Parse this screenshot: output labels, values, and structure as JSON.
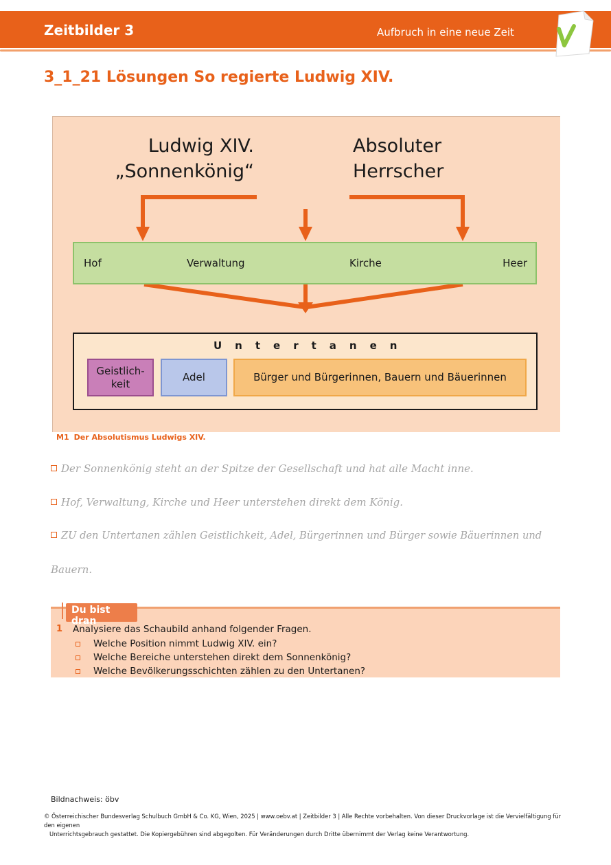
{
  "header": {
    "brand": "Zeitbilder 3",
    "topic": "Aufbruch in eine neue Zeit"
  },
  "title": "3_1_21 Lösungen So regierte Ludwig XIV.",
  "diagram": {
    "left_heading": [
      "Ludwig XIV.",
      "„Sonnenkönig“"
    ],
    "right_heading": [
      "Absoluter",
      "Herrscher"
    ],
    "domains": [
      "Hof",
      "Verwaltung",
      "Kirche",
      "Heer"
    ],
    "subjects_title": "Untertanen",
    "groups": [
      "Geistlich-\nkeit",
      "Adel",
      "Bürger und Bürgerinnen, Bauern und Bäuerinnen"
    ],
    "colors": {
      "orange": "#e8611a",
      "background": "#fbd9c0",
      "green": "#c5dea0",
      "clergy": "#c97fb8",
      "nobility": "#b9c7ea",
      "commons": "#f8c27a"
    }
  },
  "caption": {
    "label": "M1",
    "text": "Der Absolutismus Ludwigs XIV."
  },
  "answers": [
    "Der Sonnenkönig steht an der Spitze der Gesellschaft und hat alle Macht inne.",
    "Hof, Verwaltung, Kirche und Heer unterstehen direkt dem König.",
    "ZU den Untertanen zählen Geistlichkeit, Adel, Bürgerinnen und Bürger sowie Bäuerinnen und",
    "Bauern."
  ],
  "task": {
    "tag": "Du bist dran",
    "number": "1",
    "question": "Analysiere das Schaubild anhand folgender Fragen.",
    "subquestions": [
      "Welche Position nimmt Ludwig XIV. ein?",
      "Welche Bereiche unterstehen direkt dem Sonnenkönig?",
      "Welche Bevölkerungsschichten zählen zu den Untertanen?"
    ]
  },
  "credit": "Bildnachweis: öbv",
  "footer": [
    "© Österreichischer Bundesverlag Schulbuch GmbH & Co. KG, Wien, 2025 | www.oebv.at | Zeitbilder 3 | Alle Rechte vorbehalten. Von dieser Druckvorlage ist die Vervielfältigung für den eigenen",
    "Unterrichtsgebrauch gestattet. Die Kopiergebühren sind abgegolten. Für Veränderungen durch Dritte übernimmt der Verlag keine Verantwortung."
  ]
}
